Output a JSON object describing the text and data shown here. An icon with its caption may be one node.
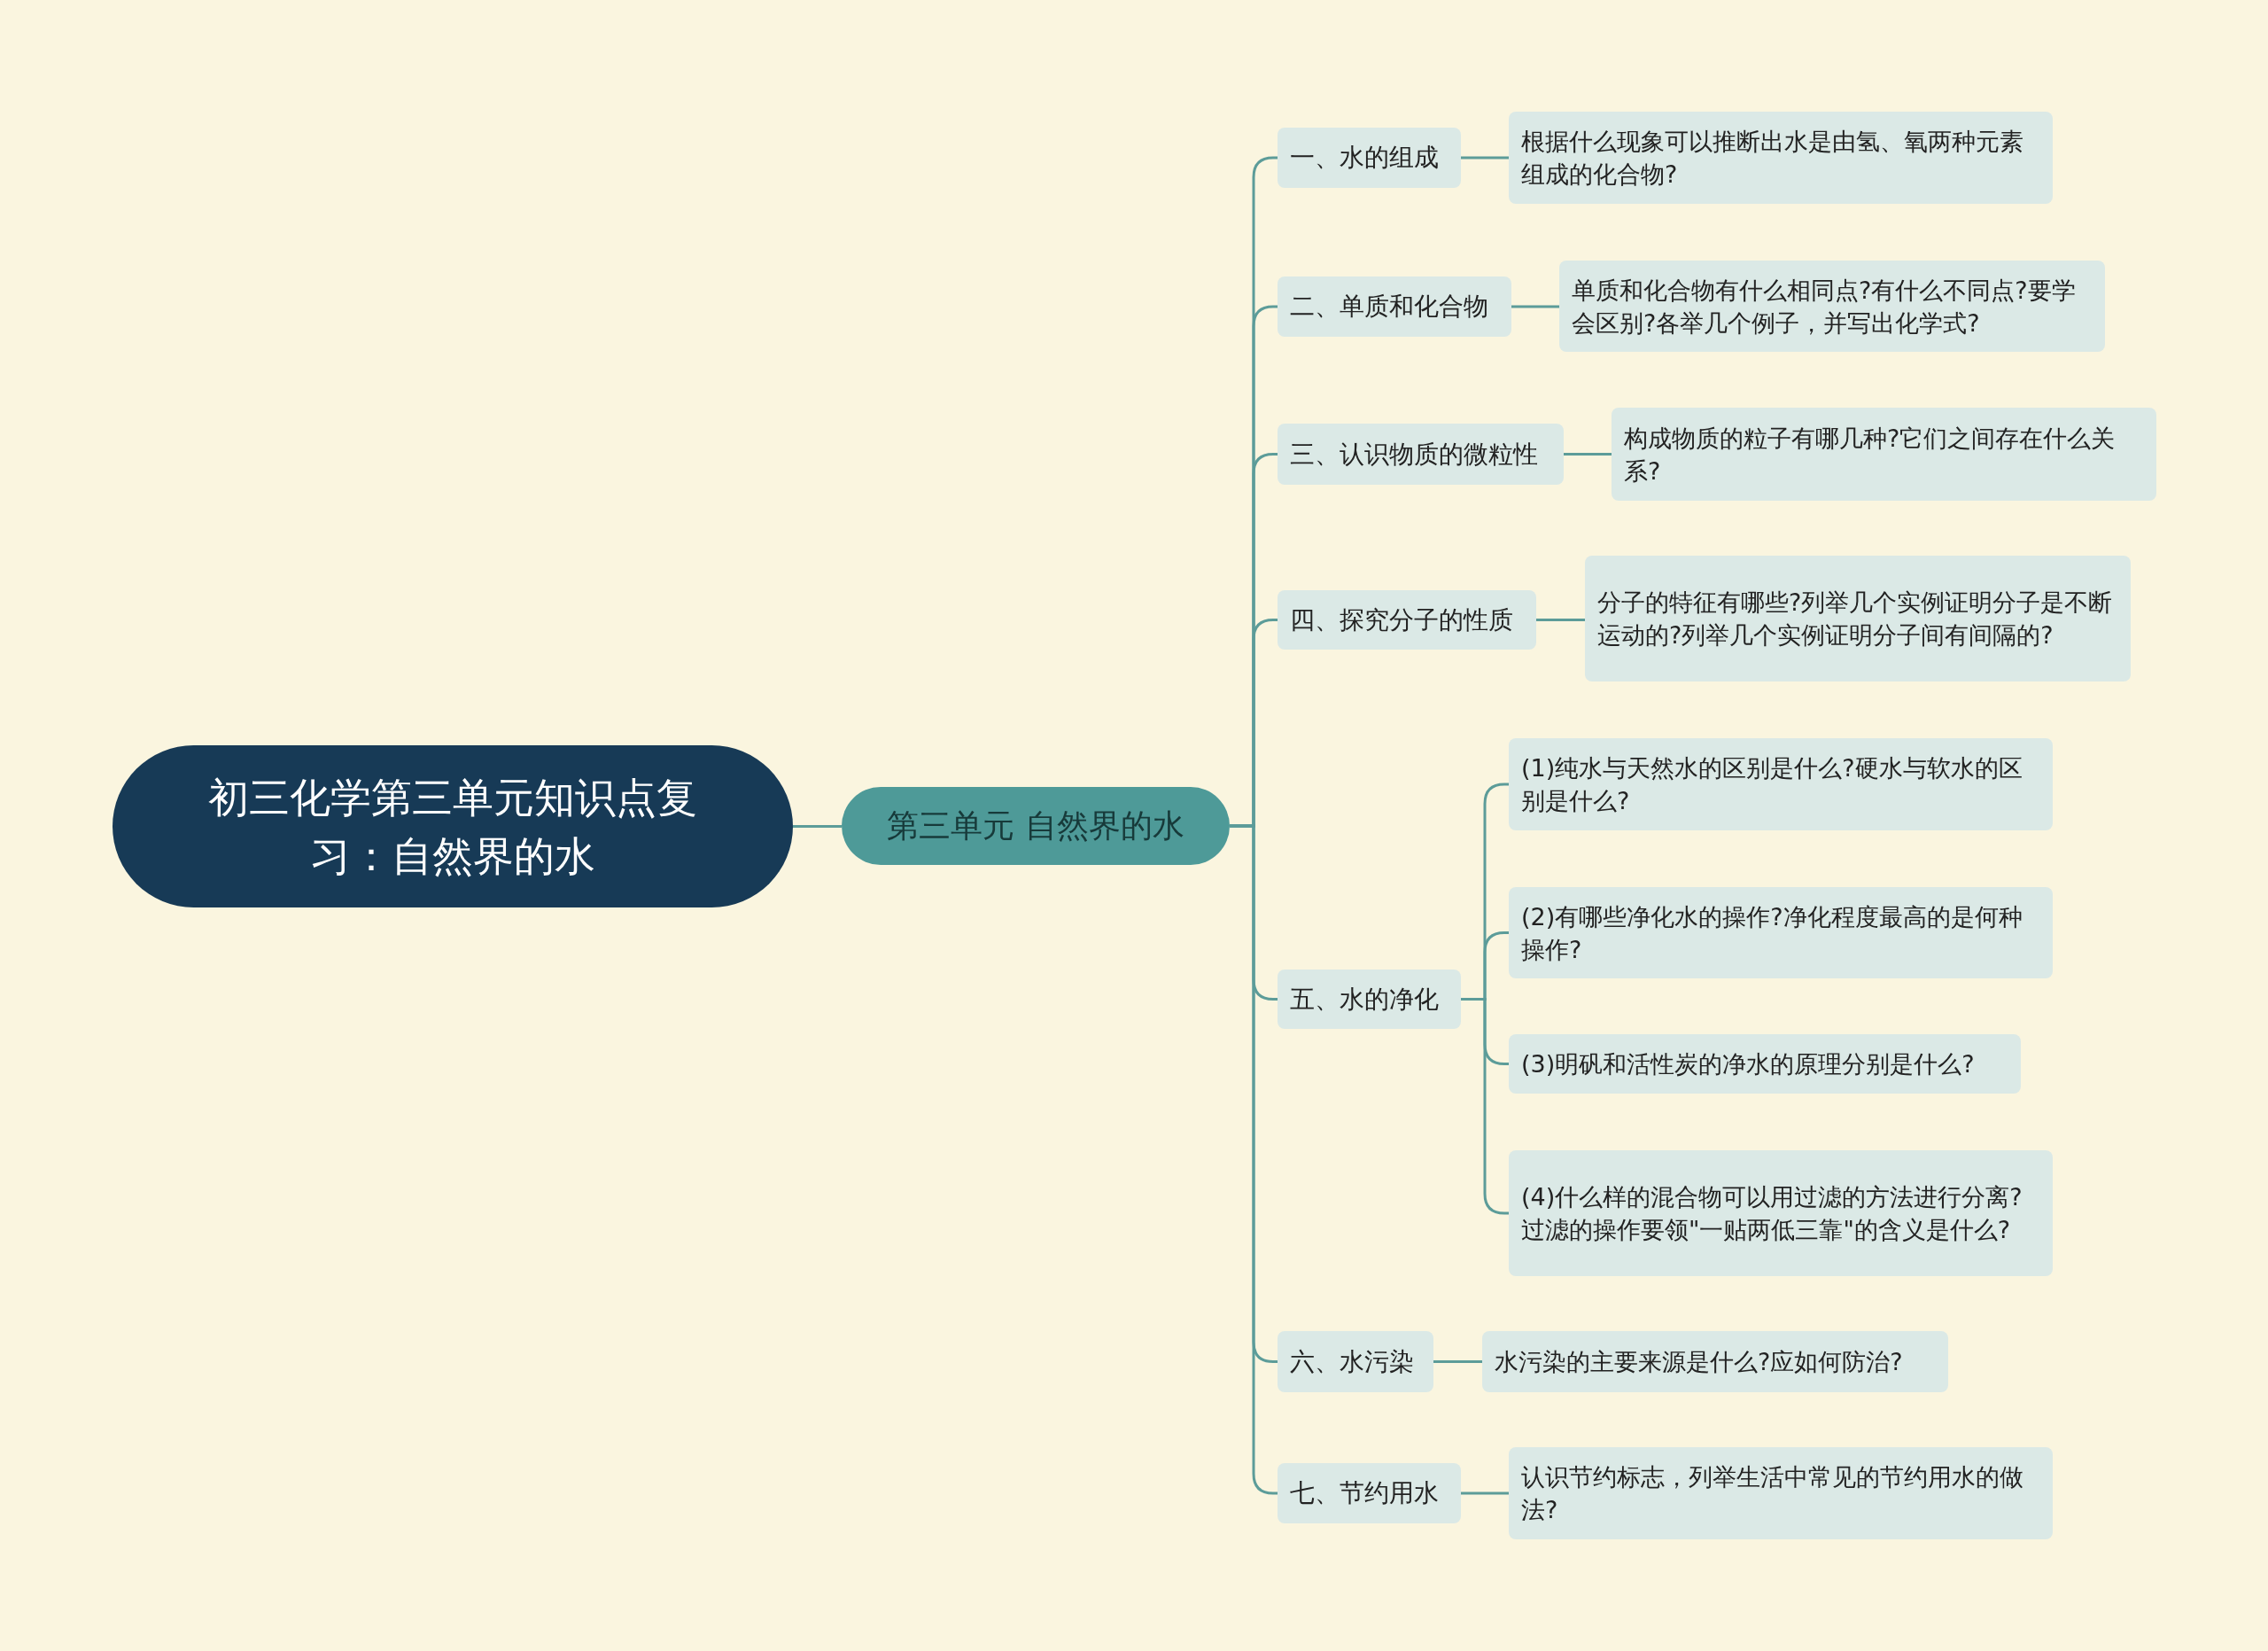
{
  "diagram": {
    "nodes": [
      {
        "text": [
          "初三化学第三单元知识点复习：自然界的水"
        ]
      },
      {
        "text": [
          "第三单元 自然界的水"
        ]
      },
      {
        "text": [
          "一、水的组成"
        ]
      },
      {
        "text": [
          "根据什么现象可以推断出水是由氢、氧两种元素组成的化合物?"
        ]
      },
      {
        "text": [
          "二、单质和化合物"
        ]
      },
      {
        "text": [
          "单质和化合物有什么相同点?有什么不同点?要学会区别?各举几个例子，并写出化学式?"
        ]
      },
      {
        "text": [
          "三、认识物质的微粒性"
        ]
      },
      {
        "text": [
          "构成物质的粒子有哪几种?它们之间存在什么关系?"
        ]
      },
      {
        "text": [
          "四、探究分子的性质"
        ]
      },
      {
        "text": [
          "分子的特征有哪些?列举几个实例证明分子是不断运动的?列举几个实例证明分子间有间隔的?"
        ]
      },
      {
        "text": [
          "五、水的净化"
        ]
      },
      {
        "text": [
          "(1)纯水与天然水的区别是什么?硬水与软水的区别是什么?"
        ]
      },
      {
        "text": [
          "(2)有哪些净化水的操作?净化程度最高的是何种操作?"
        ]
      },
      {
        "text": [
          "(3)明矾和活性炭的净水的原理分别是什么?"
        ]
      },
      {
        "text": [
          "(4)什么样的混合物可以用过滤的方法进行分离?过滤的操作要领\"一贴两低三靠\"的含义是什么?"
        ]
      },
      {
        "text": [
          "六、水污染"
        ]
      },
      {
        "text": [
          "水污染的主要来源是什么?应如何防治?"
        ]
      },
      {
        "text": [
          "七、节约用水"
        ]
      },
      {
        "text": [
          "认识节约标志，列举生活中常见的节约用水的做法?"
        ]
      }
    ],
    "edges": [
      {
        "from": 0,
        "to": 1,
        "arrow": "none"
      },
      {
        "from": 1,
        "to": 2,
        "arrow": "none"
      },
      {
        "from": 1,
        "to": 4,
        "arrow": "none"
      },
      {
        "from": 1,
        "to": 6,
        "arrow": "none"
      },
      {
        "from": 1,
        "to": 8,
        "arrow": "none"
      },
      {
        "from": 1,
        "to": 10,
        "arrow": "none"
      },
      {
        "from": 1,
        "to": 15,
        "arrow": "none"
      },
      {
        "from": 1,
        "to": 17,
        "arrow": "none"
      },
      {
        "from": 2,
        "to": 3,
        "arrow": "none"
      },
      {
        "from": 4,
        "to": 5,
        "arrow": "none"
      },
      {
        "from": 6,
        "to": 7,
        "arrow": "none"
      },
      {
        "from": 8,
        "to": 9,
        "arrow": "none"
      },
      {
        "from": 10,
        "to": 11,
        "arrow": "none"
      },
      {
        "from": 10,
        "to": 12,
        "arrow": "none"
      },
      {
        "from": 10,
        "to": 13,
        "arrow": "none"
      },
      {
        "from": 10,
        "to": 14,
        "arrow": "none"
      },
      {
        "from": 15,
        "to": 16,
        "arrow": "none"
      },
      {
        "from": 17,
        "to": 18,
        "arrow": "none"
      }
    ]
  }
}
